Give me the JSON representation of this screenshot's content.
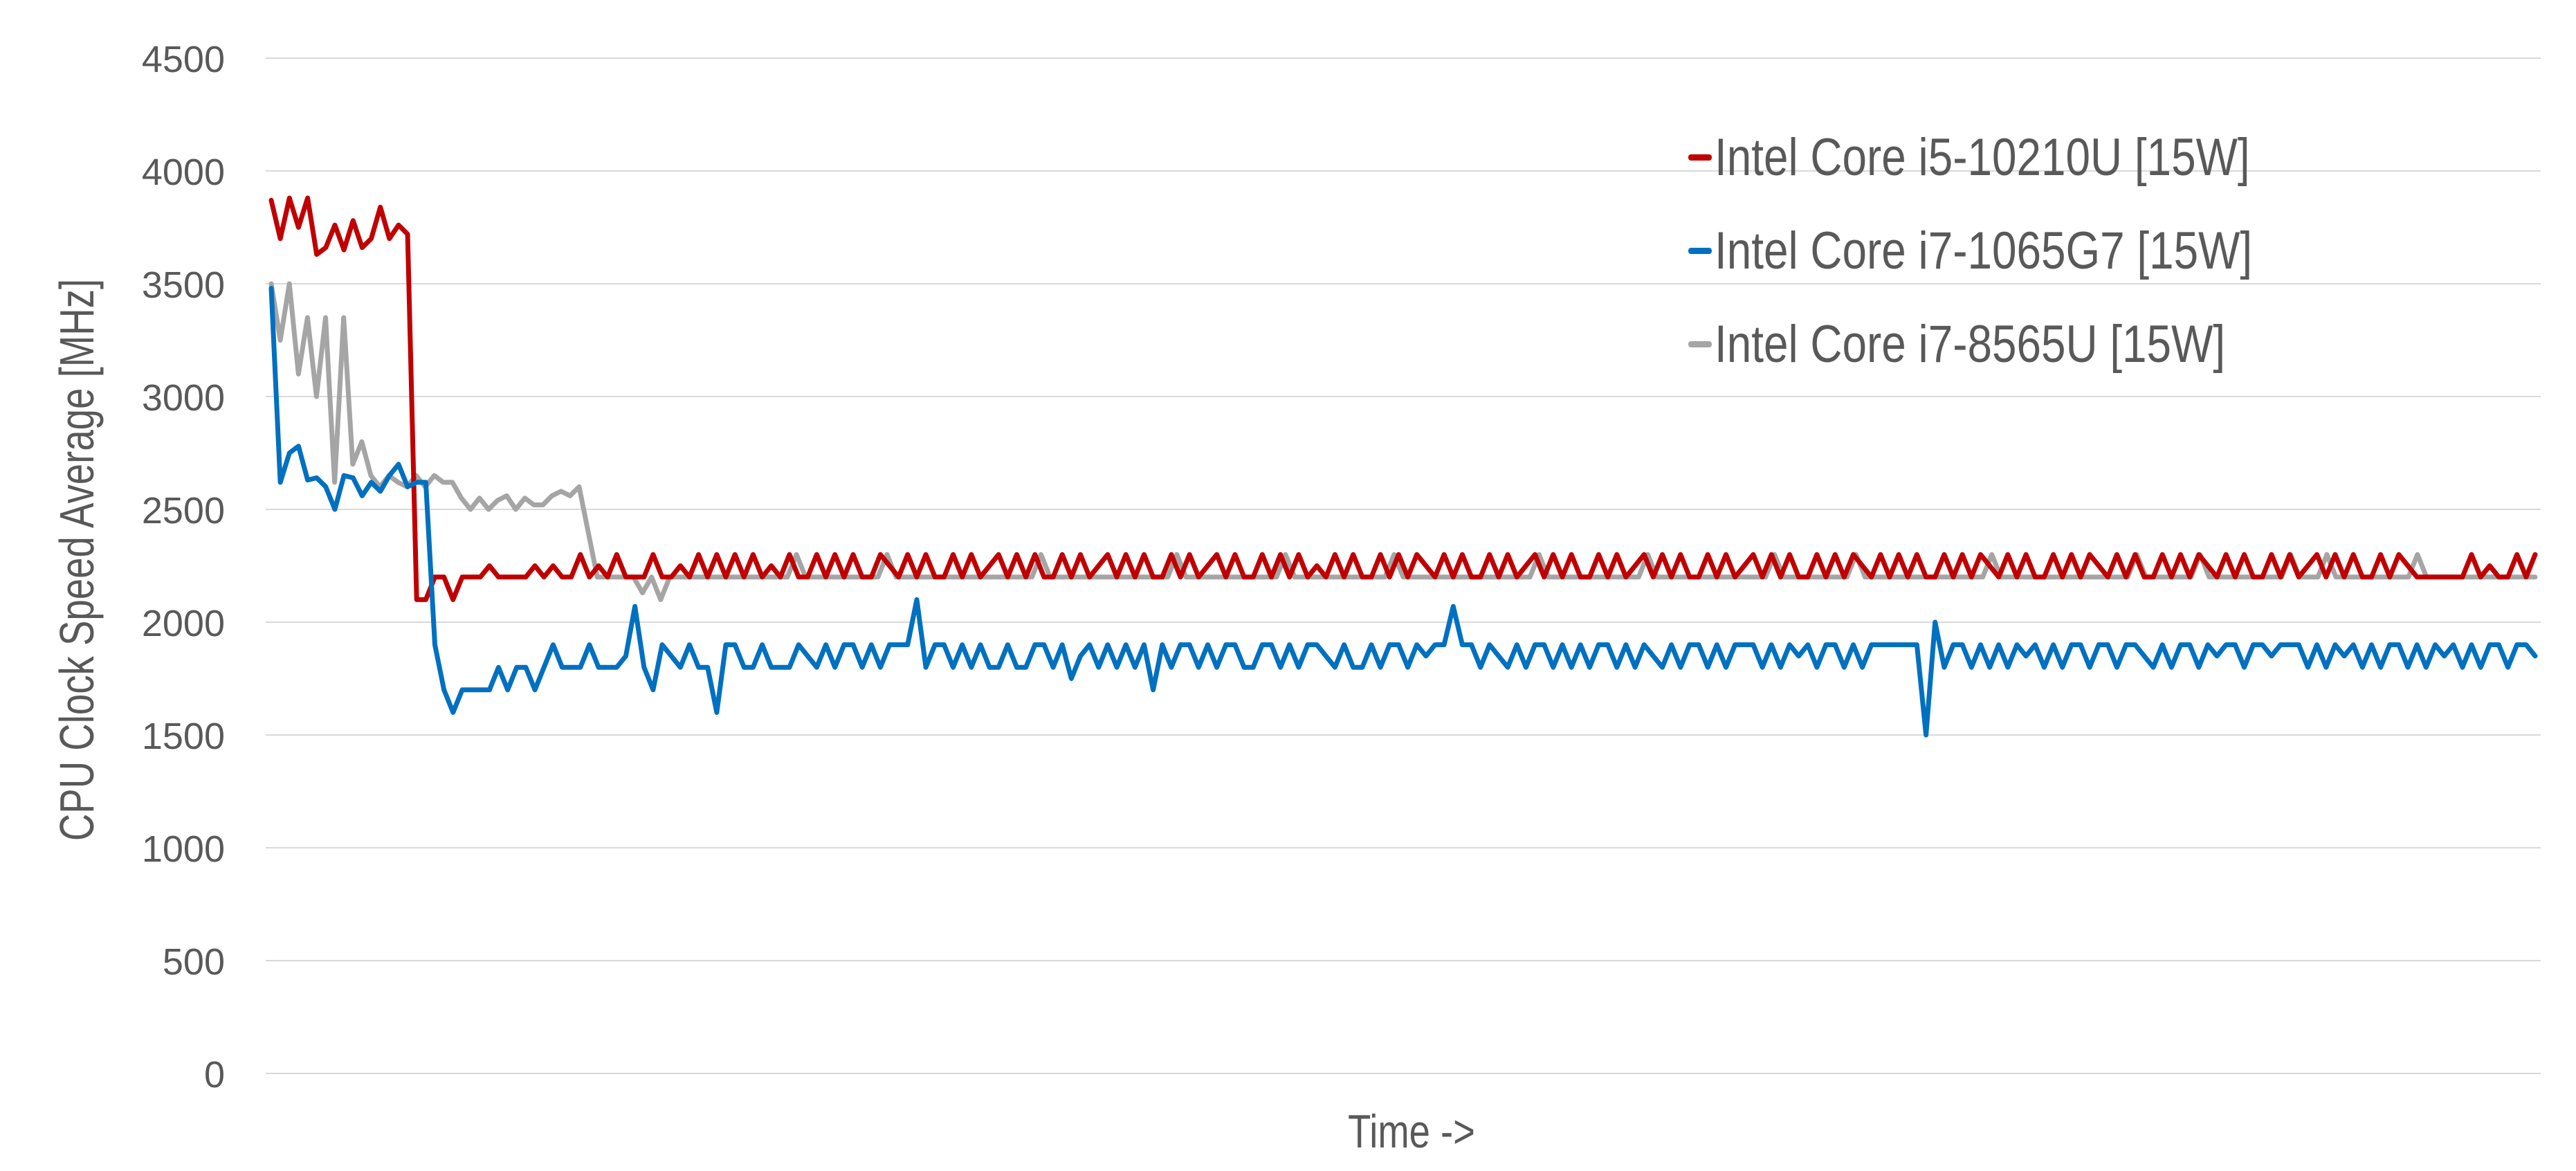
{
  "chart_data": {
    "type": "line",
    "title": "",
    "xlabel": "Time ->",
    "ylabel": "CPU Clock Speed Average [MHz]",
    "ylim": [
      0,
      4500
    ],
    "yticks": [
      0,
      500,
      1000,
      1500,
      2000,
      2500,
      3000,
      3500,
      4000,
      4500
    ],
    "grid": true,
    "legend_position": "top-right",
    "series": [
      {
        "name": "Intel Core i5-10210U [15W]",
        "color": "#C00000",
        "values": [
          3870,
          3700,
          3880,
          3750,
          3880,
          3630,
          3660,
          3760,
          3650,
          3780,
          3660,
          3700,
          3840,
          3700,
          3760,
          3720,
          2100,
          2100,
          2200,
          2200,
          2100,
          2200,
          2200,
          2200,
          2250,
          2200,
          2200,
          2200,
          2200,
          2250,
          2200,
          2250,
          2200,
          2200,
          2300,
          2200,
          2250,
          2200,
          2300,
          2200,
          2200,
          2200,
          2300,
          2200,
          2200,
          2250,
          2200,
          2300,
          2200,
          2300,
          2200,
          2300,
          2200,
          2300,
          2200,
          2250,
          2200,
          2300,
          2200,
          2200,
          2300,
          2200,
          2300,
          2200,
          2300,
          2200,
          2200,
          2300,
          2250,
          2200,
          2300,
          2200,
          2300,
          2200,
          2200,
          2300,
          2200,
          2300,
          2200,
          2250,
          2300,
          2200,
          2300,
          2200,
          2300,
          2200,
          2200,
          2300,
          2200,
          2300,
          2200,
          2250,
          2300,
          2200,
          2300,
          2200,
          2300,
          2200,
          2200,
          2300,
          2200,
          2300,
          2200,
          2250,
          2300,
          2200,
          2300,
          2200,
          2200,
          2300,
          2200,
          2300,
          2200,
          2300,
          2200,
          2250,
          2200,
          2300,
          2200,
          2300,
          2200,
          2200,
          2300,
          2200,
          2300,
          2200,
          2300,
          2250,
          2200,
          2300,
          2200,
          2300,
          2200,
          2200,
          2300,
          2200,
          2300,
          2200,
          2250,
          2300,
          2200,
          2300,
          2200,
          2300,
          2200,
          2200,
          2300,
          2200,
          2300,
          2200,
          2250,
          2300,
          2200,
          2300,
          2200,
          2300,
          2200,
          2200,
          2300,
          2200,
          2300,
          2200,
          2250,
          2300,
          2200,
          2300,
          2200,
          2300,
          2200,
          2200,
          2300,
          2200,
          2300,
          2200,
          2300,
          2250,
          2200,
          2300,
          2200,
          2300,
          2200,
          2300,
          2200,
          2200,
          2300,
          2200,
          2300,
          2200,
          2300,
          2250,
          2200,
          2300,
          2200,
          2300,
          2200,
          2200,
          2300,
          2200,
          2300,
          2200,
          2300,
          2250,
          2200,
          2300,
          2200,
          2300,
          2200,
          2200,
          2300,
          2200,
          2300,
          2200,
          2300,
          2250,
          2200,
          2300,
          2200,
          2300,
          2200,
          2200,
          2300,
          2200,
          2300,
          2200,
          2250,
          2300,
          2200,
          2300,
          2200,
          2300,
          2200,
          2200,
          2300,
          2200,
          2300,
          2250,
          2200,
          2200,
          2200,
          2200,
          2200,
          2200,
          2300,
          2200,
          2250,
          2200,
          2200,
          2300,
          2200,
          2300
        ]
      },
      {
        "name": "Intel Core i7-1065G7 [15W]",
        "color": "#0070C0",
        "values": [
          3480,
          2620,
          2750,
          2780,
          2630,
          2640,
          2600,
          2500,
          2650,
          2640,
          2560,
          2620,
          2580,
          2650,
          2700,
          2600,
          2620,
          2620,
          1900,
          1700,
          1600,
          1700,
          1700,
          1700,
          1700,
          1800,
          1700,
          1800,
          1800,
          1700,
          1800,
          1900,
          1800,
          1800,
          1800,
          1900,
          1800,
          1800,
          1800,
          1850,
          2070,
          1800,
          1700,
          1900,
          1850,
          1800,
          1900,
          1800,
          1800,
          1600,
          1900,
          1900,
          1800,
          1800,
          1900,
          1800,
          1800,
          1800,
          1900,
          1850,
          1800,
          1900,
          1800,
          1900,
          1900,
          1800,
          1900,
          1800,
          1900,
          1900,
          1900,
          2100,
          1800,
          1900,
          1900,
          1800,
          1900,
          1800,
          1900,
          1800,
          1800,
          1900,
          1800,
          1800,
          1900,
          1900,
          1800,
          1900,
          1750,
          1850,
          1900,
          1800,
          1900,
          1800,
          1900,
          1800,
          1900,
          1700,
          1900,
          1800,
          1900,
          1900,
          1800,
          1900,
          1800,
          1900,
          1900,
          1800,
          1800,
          1900,
          1900,
          1800,
          1900,
          1800,
          1900,
          1900,
          1850,
          1800,
          1900,
          1800,
          1800,
          1900,
          1800,
          1900,
          1900,
          1800,
          1900,
          1850,
          1900,
          1900,
          2070,
          1900,
          1900,
          1800,
          1900,
          1850,
          1800,
          1900,
          1800,
          1900,
          1900,
          1800,
          1900,
          1800,
          1900,
          1800,
          1900,
          1900,
          1800,
          1900,
          1800,
          1900,
          1850,
          1800,
          1900,
          1800,
          1900,
          1900,
          1800,
          1900,
          1800,
          1900,
          1900,
          1900,
          1800,
          1900,
          1800,
          1900,
          1850,
          1900,
          1800,
          1900,
          1900,
          1800,
          1900,
          1800,
          1900,
          1900,
          1900,
          1900,
          1900,
          1900,
          1500,
          2000,
          1800,
          1900,
          1900,
          1800,
          1900,
          1800,
          1900,
          1800,
          1900,
          1850,
          1900,
          1800,
          1900,
          1800,
          1900,
          1900,
          1800,
          1900,
          1900,
          1800,
          1900,
          1900,
          1850,
          1800,
          1900,
          1800,
          1900,
          1900,
          1800,
          1900,
          1850,
          1900,
          1900,
          1800,
          1900,
          1900,
          1850,
          1900,
          1900,
          1900,
          1800,
          1900,
          1800,
          1900,
          1850,
          1900,
          1800,
          1900,
          1800,
          1900,
          1900,
          1800,
          1900,
          1800,
          1900,
          1850,
          1900,
          1800,
          1900,
          1800,
          1900,
          1900,
          1800,
          1900,
          1900,
          1850
        ]
      },
      {
        "name": "Intel Core i7-8565U [15W]",
        "color": "#A5A5A5",
        "values": [
          3500,
          3250,
          3500,
          3100,
          3350,
          3000,
          3350,
          2620,
          3350,
          2700,
          2800,
          2650,
          2600,
          2650,
          2620,
          2600,
          2650,
          2600,
          2650,
          2620,
          2620,
          2550,
          2500,
          2550,
          2500,
          2540,
          2560,
          2500,
          2550,
          2520,
          2520,
          2560,
          2580,
          2560,
          2600,
          2400,
          2200,
          2200,
          2200,
          2200,
          2200,
          2130,
          2200,
          2100,
          2200,
          2200,
          2200,
          2200,
          2200,
          2200,
          2200,
          2200,
          2200,
          2200,
          2200,
          2200,
          2200,
          2200,
          2300,
          2200,
          2200,
          2200,
          2200,
          2200,
          2200,
          2200,
          2200,
          2200,
          2300,
          2200,
          2200,
          2200,
          2200,
          2200,
          2200,
          2200,
          2200,
          2200,
          2200,
          2200,
          2200,
          2200,
          2200,
          2200,
          2200,
          2300,
          2200,
          2200,
          2200,
          2200,
          2200,
          2200,
          2200,
          2200,
          2200,
          2200,
          2200,
          2200,
          2200,
          2200,
          2300,
          2200,
          2200,
          2200,
          2200,
          2200,
          2200,
          2200,
          2200,
          2200,
          2200,
          2200,
          2300,
          2200,
          2200,
          2200,
          2200,
          2200,
          2200,
          2200,
          2200,
          2200,
          2200,
          2200,
          2300,
          2200,
          2200,
          2200,
          2200,
          2200,
          2200,
          2200,
          2200,
          2200,
          2200,
          2200,
          2200,
          2200,
          2200,
          2200,
          2300,
          2200,
          2200,
          2200,
          2200,
          2200,
          2200,
          2200,
          2200,
          2200,
          2200,
          2200,
          2300,
          2200,
          2200,
          2200,
          2200,
          2200,
          2200,
          2200,
          2200,
          2200,
          2200,
          2200,
          2200,
          2200,
          2300,
          2200,
          2200,
          2200,
          2200,
          2200,
          2200,
          2200,
          2200,
          2300,
          2200,
          2200,
          2200,
          2200,
          2200,
          2200,
          2200,
          2200,
          2200,
          2200,
          2200,
          2200,
          2200,
          2200,
          2300,
          2200,
          2200,
          2200,
          2200,
          2200,
          2200,
          2200,
          2200,
          2200,
          2200,
          2200,
          2200,
          2200,
          2200,
          2200,
          2300,
          2200,
          2200,
          2200,
          2200,
          2200,
          2200,
          2300,
          2200,
          2200,
          2200,
          2200,
          2200,
          2200,
          2200,
          2200,
          2200,
          2300,
          2200,
          2200,
          2200,
          2300,
          2200,
          2200,
          2200,
          2200,
          2200,
          2200,
          2200,
          2200,
          2200,
          2300,
          2200,
          2200,
          2200,
          2200,
          2200,
          2200,
          2200,
          2200,
          2200,
          2200,
          2200,
          2200,
          2200
        ]
      }
    ]
  }
}
